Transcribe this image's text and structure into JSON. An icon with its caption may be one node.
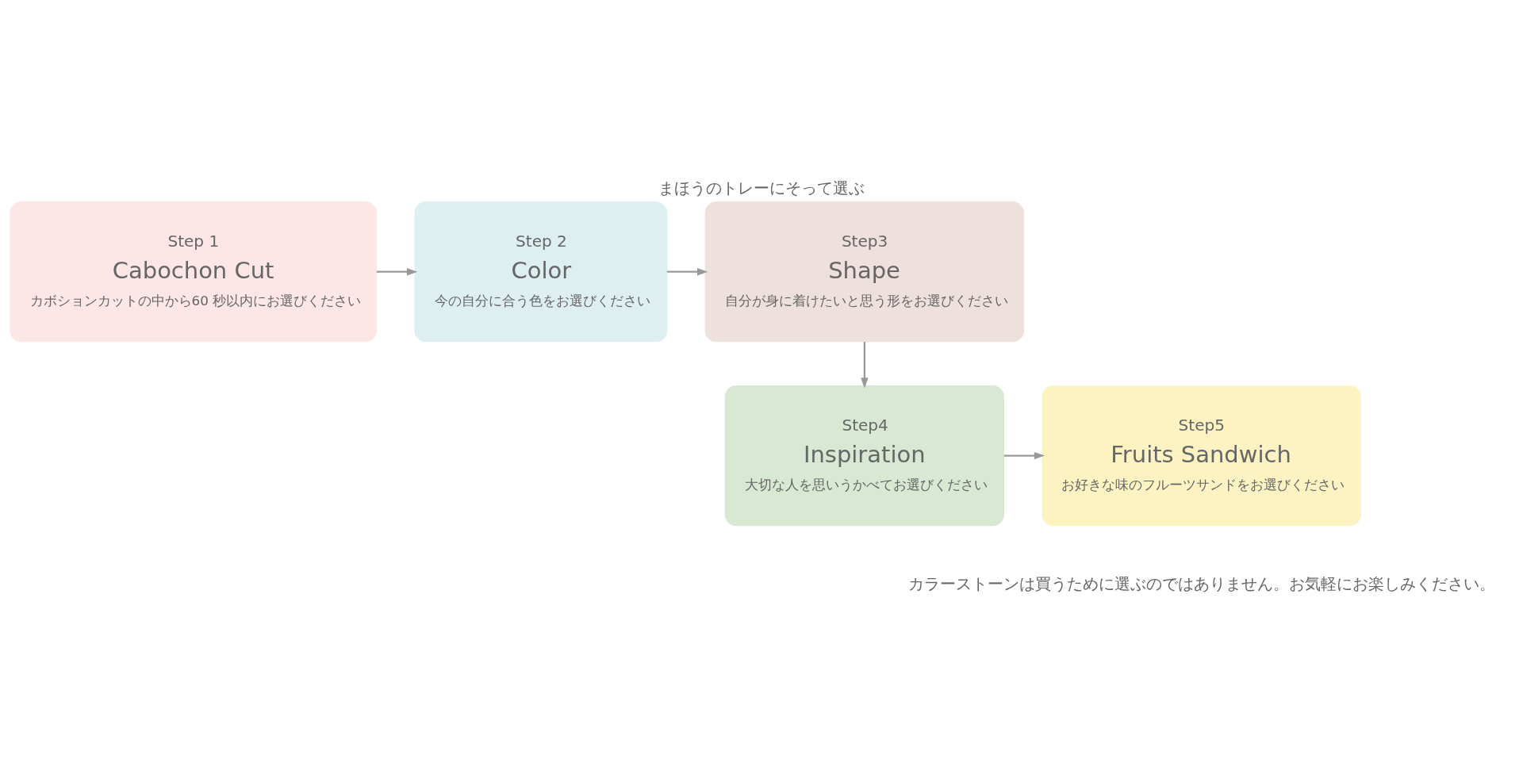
{
  "diagram": {
    "title": "まほうのトレーにそって選ぶ",
    "caption": "カラーストーンは買うために選ぶのではありません。お気軽にお楽しみください。",
    "nodes": [
      {
        "text": [
          "Step 1",
          "Cabochon Cut",
          "カボションカットの中から60 秒以内にお選びください"
        ]
      },
      {
        "text": [
          "Step 2",
          "Color",
          "今の自分に合う色をお選びください"
        ]
      },
      {
        "text": [
          "Step3",
          "Shape",
          "自分が身に着けたいと思う形をお選びください"
        ]
      },
      {
        "text": [
          "Step4",
          "Inspiration",
          "大切な人を思いうかべてお選びください"
        ]
      },
      {
        "text": [
          "Step5",
          "Fruits Sandwich",
          "お好きな味のフルーツサンドをお選びください"
        ]
      }
    ],
    "edges": [
      {
        "from": 0,
        "to": 1,
        "arrow": "to"
      },
      {
        "from": 1,
        "to": 2,
        "arrow": "to"
      },
      {
        "from": 2,
        "to": 3,
        "arrow": "to"
      },
      {
        "from": 3,
        "to": 4,
        "arrow": "to"
      }
    ]
  }
}
